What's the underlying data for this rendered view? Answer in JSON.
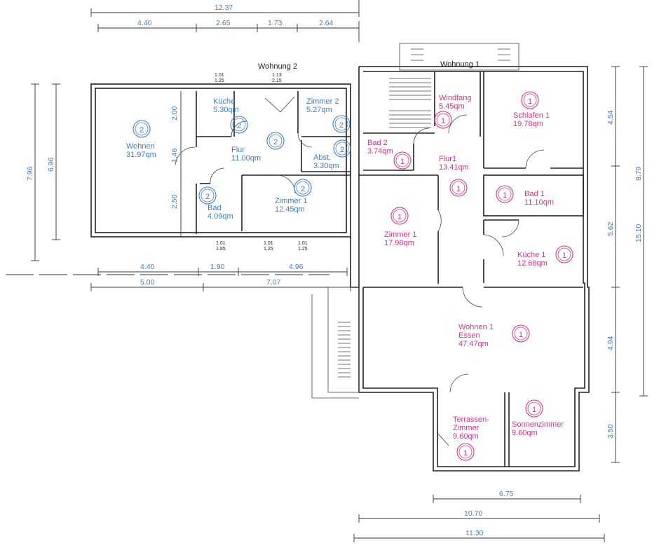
{
  "colors": {
    "unit1": "#d6338c",
    "unit2": "#3b7fc4",
    "dimension": "#3b7fc4",
    "wall": "#222222"
  },
  "titles": {
    "wohnung2": "Wohnung 2",
    "wohnung1": "Wohnung 1"
  },
  "unit1_rooms": [
    {
      "id": "windfang",
      "name": "Windfang",
      "area": "5.45qm",
      "marker": "1"
    },
    {
      "id": "schlafen1",
      "name": "Schlafen 1",
      "area": "19.78qm",
      "marker": "1"
    },
    {
      "id": "bad2",
      "name": "Bad 2",
      "area": "3.74qm",
      "marker": "1"
    },
    {
      "id": "flur1",
      "name": "Flur1",
      "area": "13.41qm",
      "marker": "1"
    },
    {
      "id": "bad1",
      "name": "Bad 1",
      "area": "11.10qm",
      "marker": "1"
    },
    {
      "id": "zimmer1",
      "name": "Zimmer 1",
      "area": "17.98qm",
      "marker": "1"
    },
    {
      "id": "kueche1",
      "name": "Küche 1",
      "area": "12.68qm",
      "marker": "1"
    },
    {
      "id": "wohnen1",
      "name": "Wohnen 1",
      "name2": "Essen",
      "area": "47.47qm",
      "marker": "1"
    },
    {
      "id": "terrasse",
      "name": "Terrassen-",
      "name2": "Zimmer",
      "area": "9.60qm",
      "marker": "1"
    },
    {
      "id": "sonnen",
      "name": "Sonnenzimmer",
      "area": "9.60qm",
      "marker": "1"
    }
  ],
  "unit2_rooms": [
    {
      "id": "kueche",
      "name": "Küche",
      "area": "5.30qm",
      "marker": "2"
    },
    {
      "id": "zimmer2",
      "name": "Zimmer 2",
      "area": "5.27qm",
      "marker": "2"
    },
    {
      "id": "wohnen",
      "name": "Wohnen",
      "area": "31.97qm",
      "marker": "2"
    },
    {
      "id": "flur",
      "name": "Flur",
      "area": "11.00qm",
      "marker": "2"
    },
    {
      "id": "abst",
      "name": "Abst.",
      "area": "3.30qm",
      "marker": "2"
    },
    {
      "id": "zimmer1b",
      "name": "Zimmer 1",
      "area": "12.45qm",
      "marker": "2"
    },
    {
      "id": "bad",
      "name": "Bad",
      "area": "4.09qm",
      "marker": "2"
    }
  ],
  "dimensions": {
    "top": [
      "12.37",
      "4.40",
      "2.65",
      "1.73",
      "2.64"
    ],
    "bottom_left": [
      "4.40",
      "1.90",
      "4.96",
      "5.00",
      "7.07"
    ],
    "left": [
      "7.96",
      "6.96"
    ],
    "inner_left": [
      "2.00",
      "1.46",
      "2.50"
    ],
    "right": [
      "4.54",
      "8.79",
      "5.62",
      "15.10",
      "4.94",
      "3.50"
    ],
    "bottom_right": [
      "6.75",
      "10.70",
      "11.30"
    ]
  },
  "windows": {
    "w_101_125": "1.01",
    "w_101_125_sub": "1.25",
    "w_113_215": "1.13",
    "w_113_215_sub": "2.15",
    "w_101_185": "1.01",
    "w_101_185_sub": "1.85"
  }
}
